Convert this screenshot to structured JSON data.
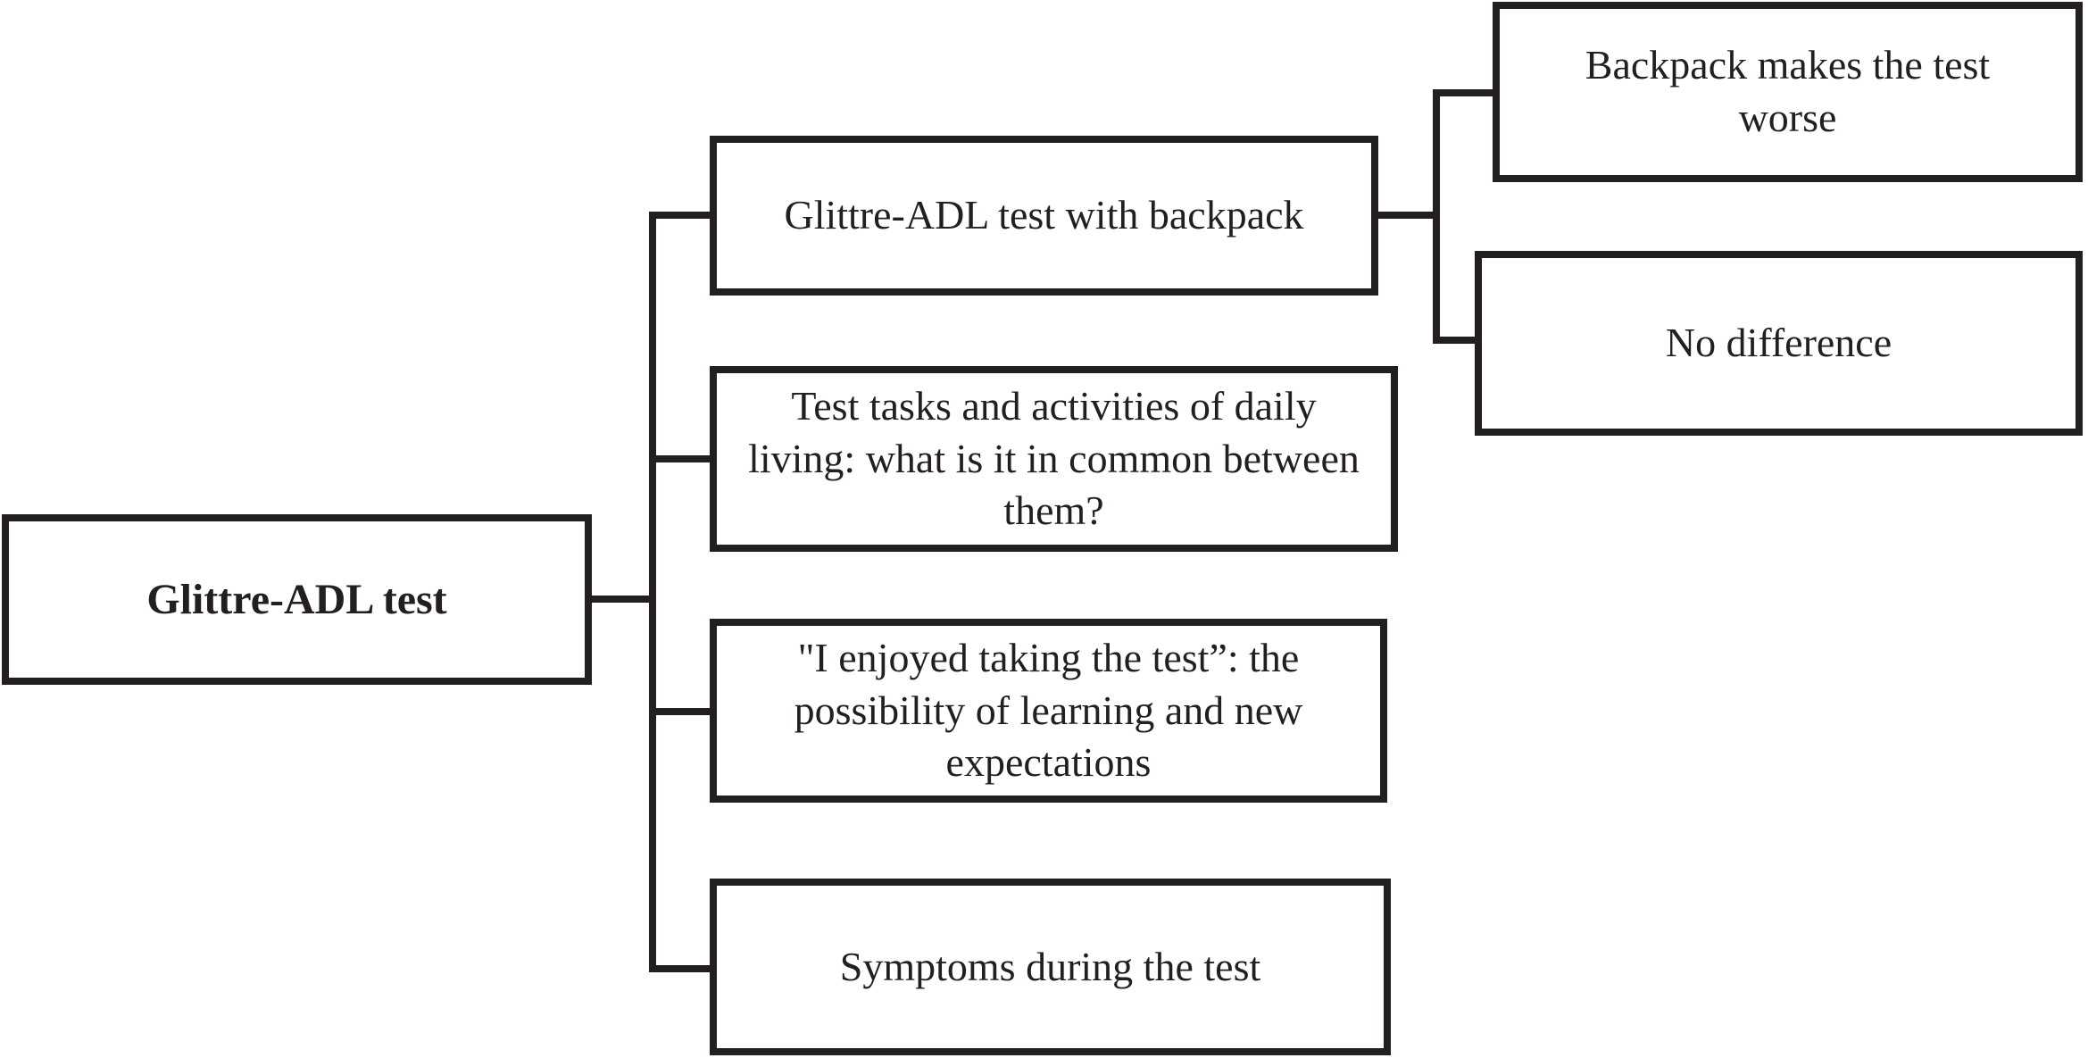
{
  "figure": {
    "type": "tree-diagram",
    "colors": {
      "line": "#231f20",
      "text": "#231f20",
      "background": "#ffffff"
    },
    "root": {
      "label": "Glittre-ADL test"
    },
    "themes": [
      {
        "label": "Glittre-ADL test with backpack",
        "children": [
          {
            "label": "Backpack makes the test worse"
          },
          {
            "label": "No difference"
          }
        ]
      },
      {
        "label": "Test tasks and activities of daily living: what is it in common between them?"
      },
      {
        "label": "\"I enjoyed taking the test”: the possibility of learning and new expectations"
      },
      {
        "label": "Symptoms during the test"
      }
    ]
  }
}
